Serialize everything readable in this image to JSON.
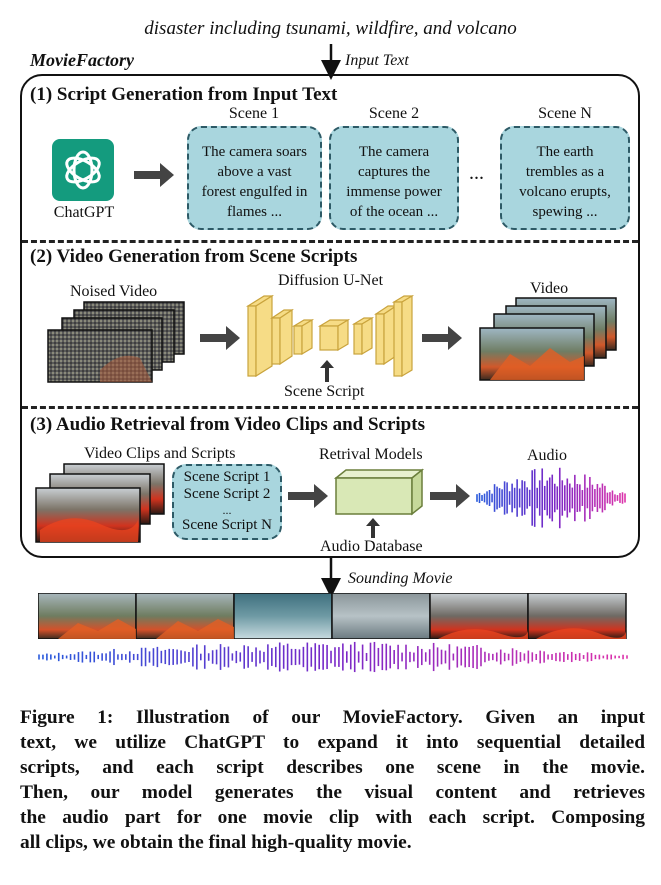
{
  "figure": {
    "input_prompt": "disaster including tsunami, wildfire, and volcano",
    "system_name": "MovieFactory",
    "input_label": "Input Text",
    "output_label": "Sounding Movie",
    "sections": [
      {
        "title": "(1) Script Generation from Input Text"
      },
      {
        "title": "(2) Video Generation from Scene Scripts"
      },
      {
        "title": "(3) Audio Retrieval from Video Clips and Scripts"
      }
    ],
    "chatgpt_label": "ChatGPT",
    "ellipsis": "...",
    "scenes": [
      {
        "label": "Scene 1",
        "lines": [
          "The camera soars",
          "above a vast",
          "forest engulfed in",
          "flames ..."
        ]
      },
      {
        "label": "Scene 2",
        "lines": [
          "The camera",
          "captures the",
          "immense power",
          "of the ocean ..."
        ]
      },
      {
        "label": "Scene N",
        "lines": [
          "The earth",
          "trembles as a",
          "volcano erupts,",
          "spewing ..."
        ]
      }
    ],
    "noised_video_label": "Noised Video",
    "unet_label": "Diffusion U-Net",
    "scene_script_label": "Scene Script",
    "video_label": "Video",
    "clips_label": "Video Clips and Scripts",
    "script_list": [
      "Scene Script 1",
      "Scene Script 2",
      "...",
      "Scene Script N"
    ],
    "retrieval_label": "Retrival Models",
    "audio_db_label": "Audio Database",
    "audio_label": "Audio"
  },
  "caption": {
    "lines": [
      "Figure 1: Illustration of our MovieFactory. Given an input",
      "text, we utilize ChatGPT to expand it into sequential detailed",
      "scripts, and each script describes one scene in the movie.",
      "Then, our model generates the visual content and retrieves",
      "the audio part for one movie clip with each script. Composing",
      "all clips, we obtain the final high-quality movie."
    ]
  },
  "colors": {
    "scene_box": "#a9d6de",
    "chatgpt_green": "#149b7e",
    "unet_yellow": "#f6dc86",
    "retrieval_green": "#d9e8b6"
  }
}
